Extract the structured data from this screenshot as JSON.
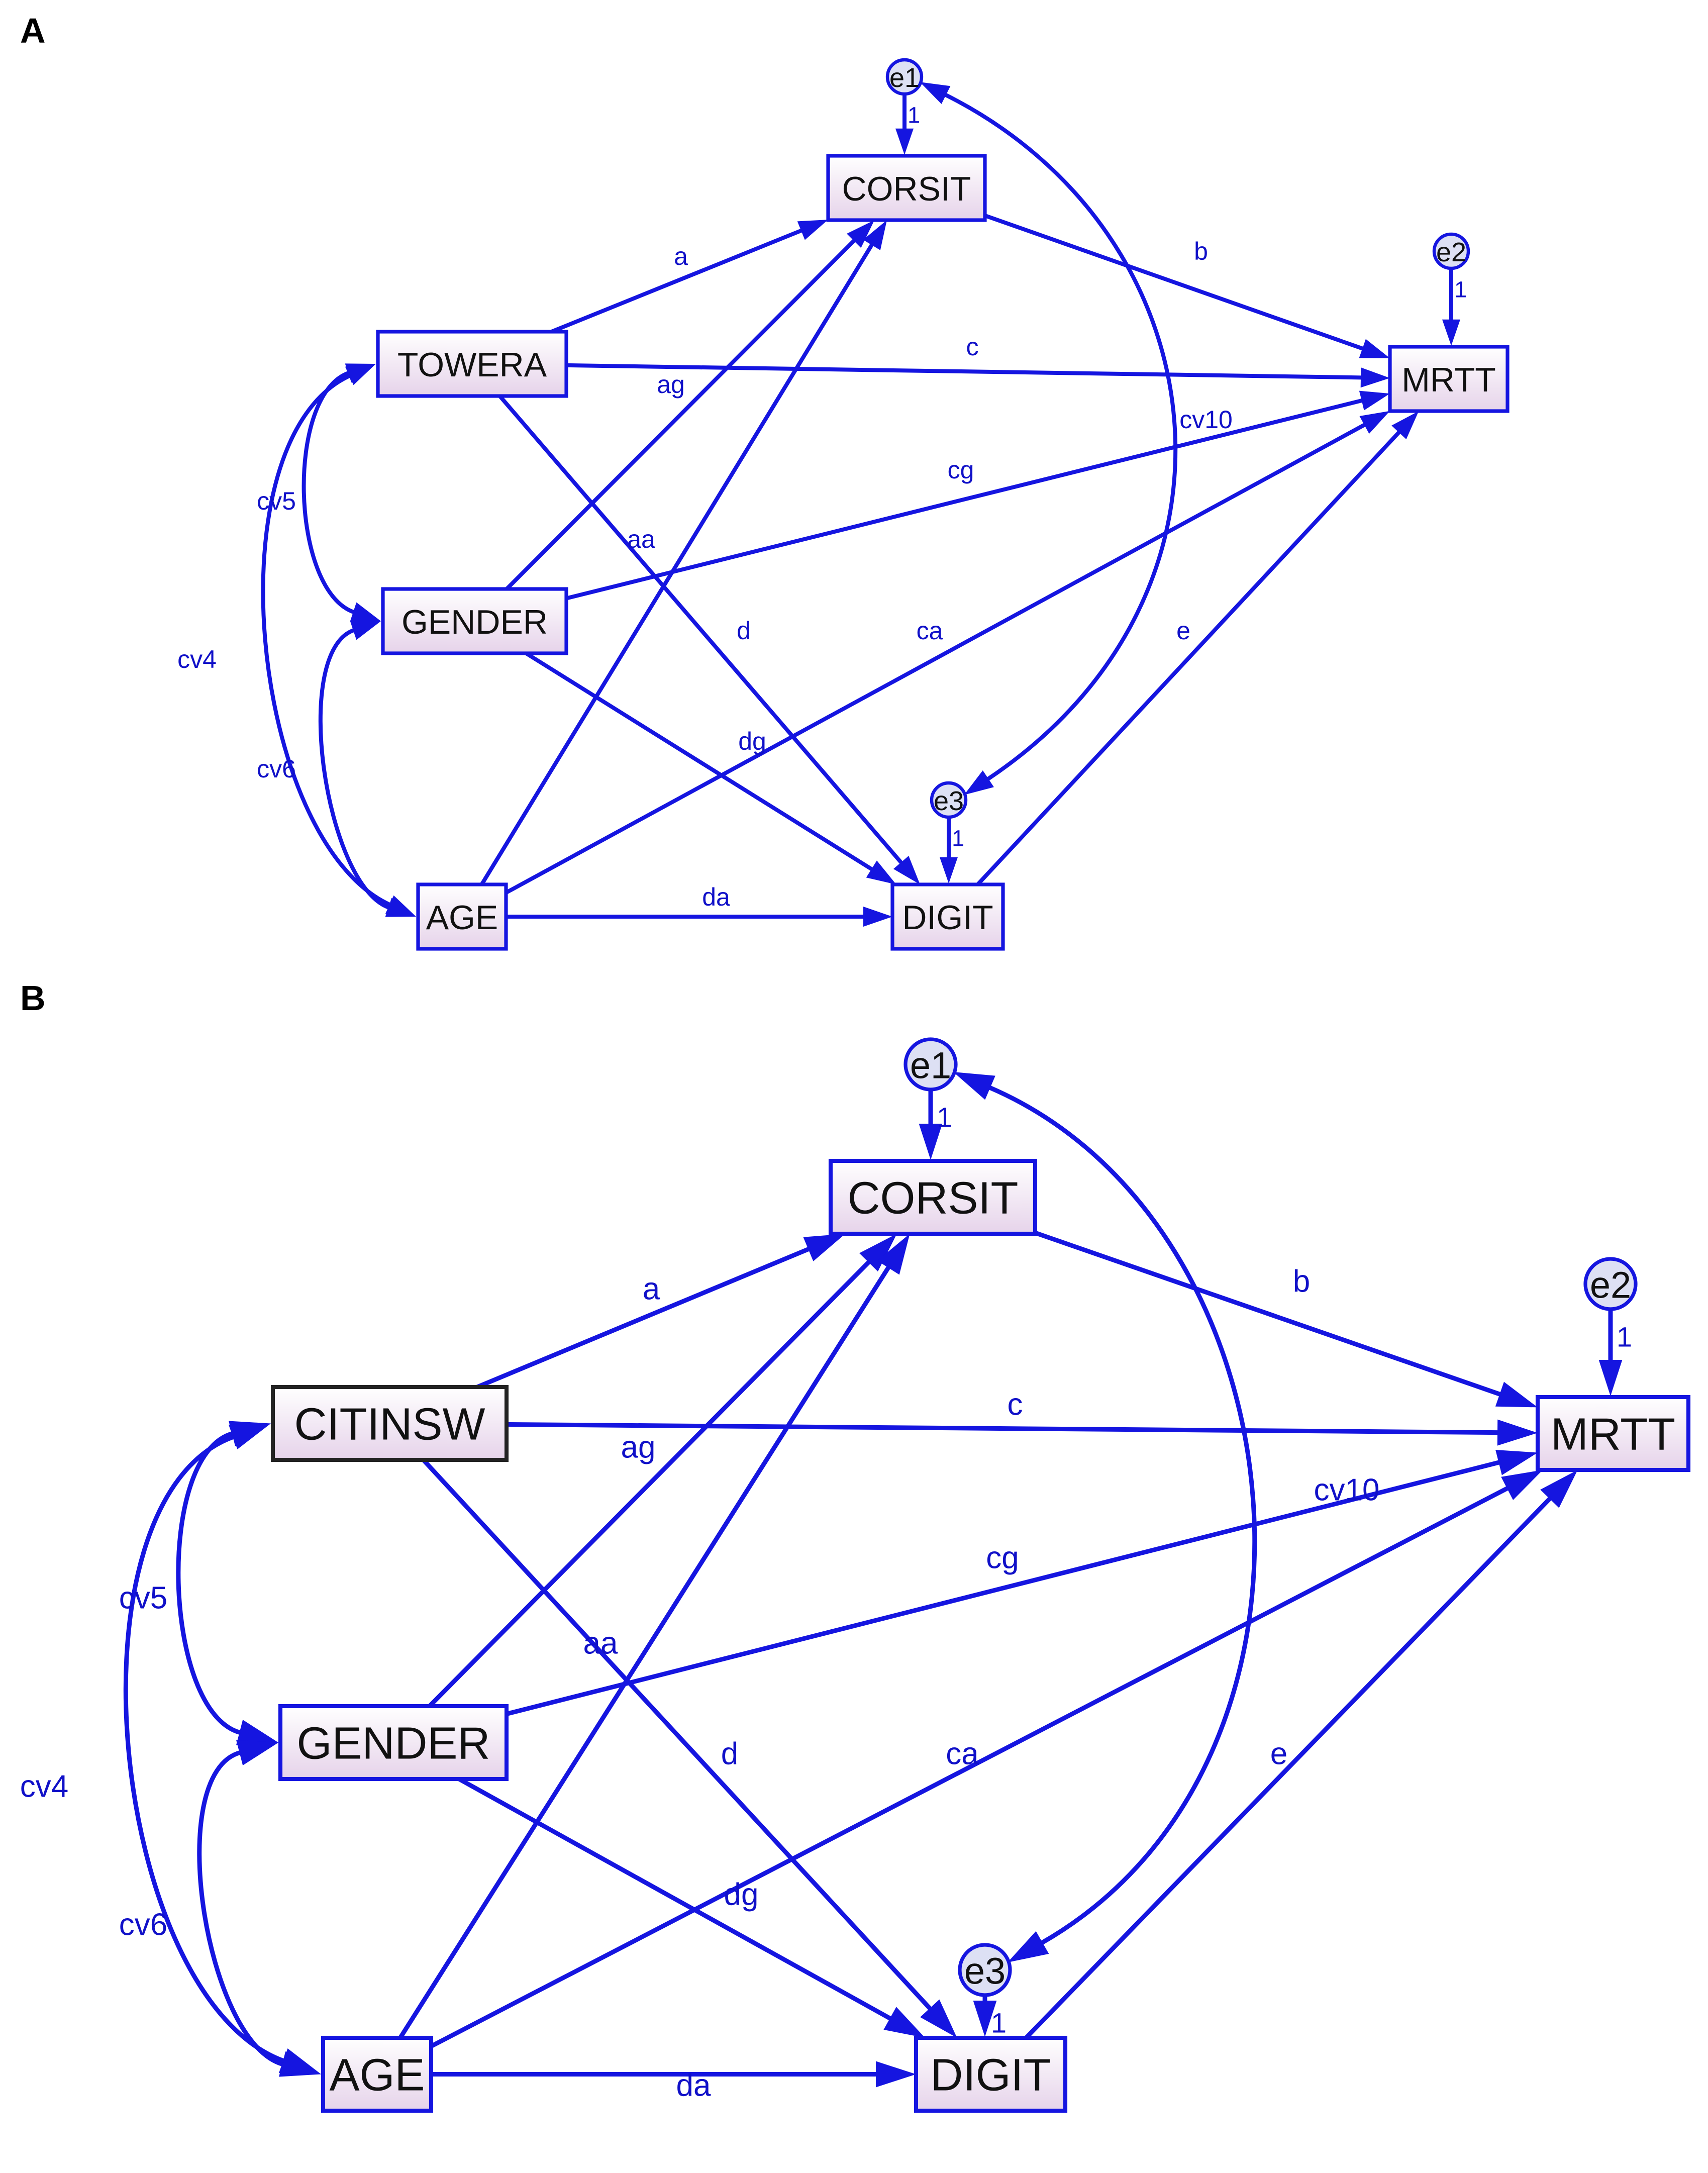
{
  "colors": {
    "stroke": "#1515e0",
    "label": "#1010c8",
    "box_fill_top": "#ffffff",
    "box_fill_bottom": "#e6d3ea",
    "highlight_border": "#222222",
    "error_fill": "#dde0f4"
  },
  "panels": [
    {
      "letter": "A",
      "observed": [
        "TOWERA",
        "GENDER",
        "AGE",
        "CORSIT",
        "MRTT",
        "DIGIT"
      ],
      "errors": [
        "e1",
        "e2",
        "e3"
      ],
      "fixed_loading": "1",
      "labels": {
        "a": "a",
        "b": "b",
        "c": "c",
        "d": "d",
        "e": "e",
        "ag": "ag",
        "aa": "aa",
        "cg": "cg",
        "ca": "ca",
        "dg": "dg",
        "da": "da",
        "cv4": "cv4",
        "cv5": "cv5",
        "cv6": "cv6",
        "cv10": "cv10"
      }
    },
    {
      "letter": "B",
      "observed": [
        "CITINSW",
        "GENDER",
        "AGE",
        "CORSIT",
        "MRTT",
        "DIGIT"
      ],
      "errors": [
        "e1",
        "e2",
        "e3"
      ],
      "fixed_loading": "1",
      "labels": {
        "a": "a",
        "b": "b",
        "c": "c",
        "d": "d",
        "e": "e",
        "ag": "ag",
        "aa": "aa",
        "cg": "cg",
        "ca": "ca",
        "dg": "dg",
        "da": "da",
        "cv4": "cv4",
        "cv5": "cv5",
        "cv6": "cv6",
        "cv10": "cv10"
      }
    }
  ]
}
